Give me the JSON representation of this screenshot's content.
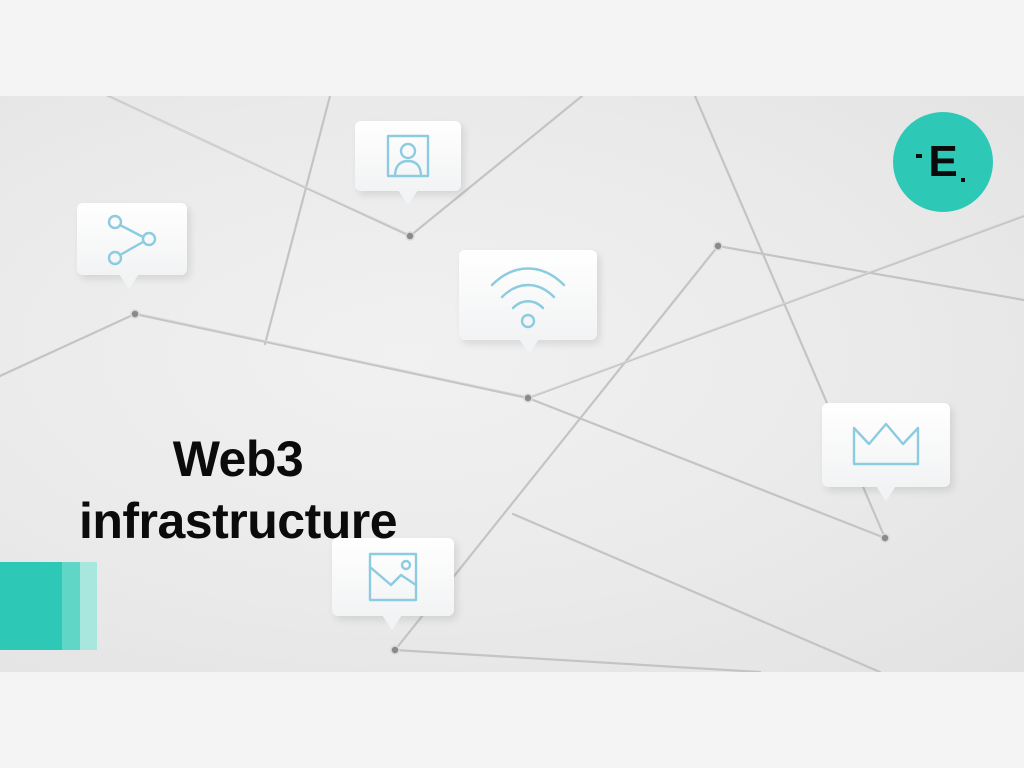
{
  "title": {
    "line1": "Web3",
    "line2": "infrastructure"
  },
  "logo": {
    "letter": "E",
    "color": "#2ec9b6"
  },
  "icons": [
    "share-icon",
    "user-portrait-icon",
    "wifi-icon",
    "crown-icon",
    "image-icon"
  ],
  "colors": {
    "accent": "#2ec9b6",
    "icon_stroke": "#8ccbe0",
    "background": "#eaeaea"
  }
}
